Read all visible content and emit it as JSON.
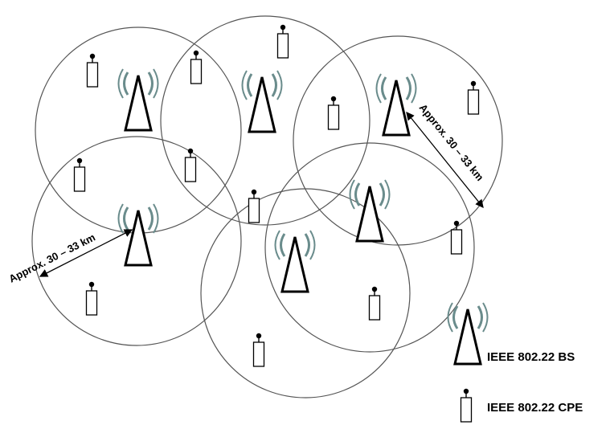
{
  "diagram": {
    "distance_label_left": "Approx. 30 – 33 km",
    "distance_label_right": "Approx. 30 – 33 km"
  },
  "legend": {
    "bs_label": "IEEE 802.22 BS",
    "cpe_label": "IEEE 802.22 CPE"
  },
  "colors": {
    "line": "#000000",
    "circle": "#555555",
    "wave": "#6a8c8c",
    "background": "#ffffff"
  }
}
